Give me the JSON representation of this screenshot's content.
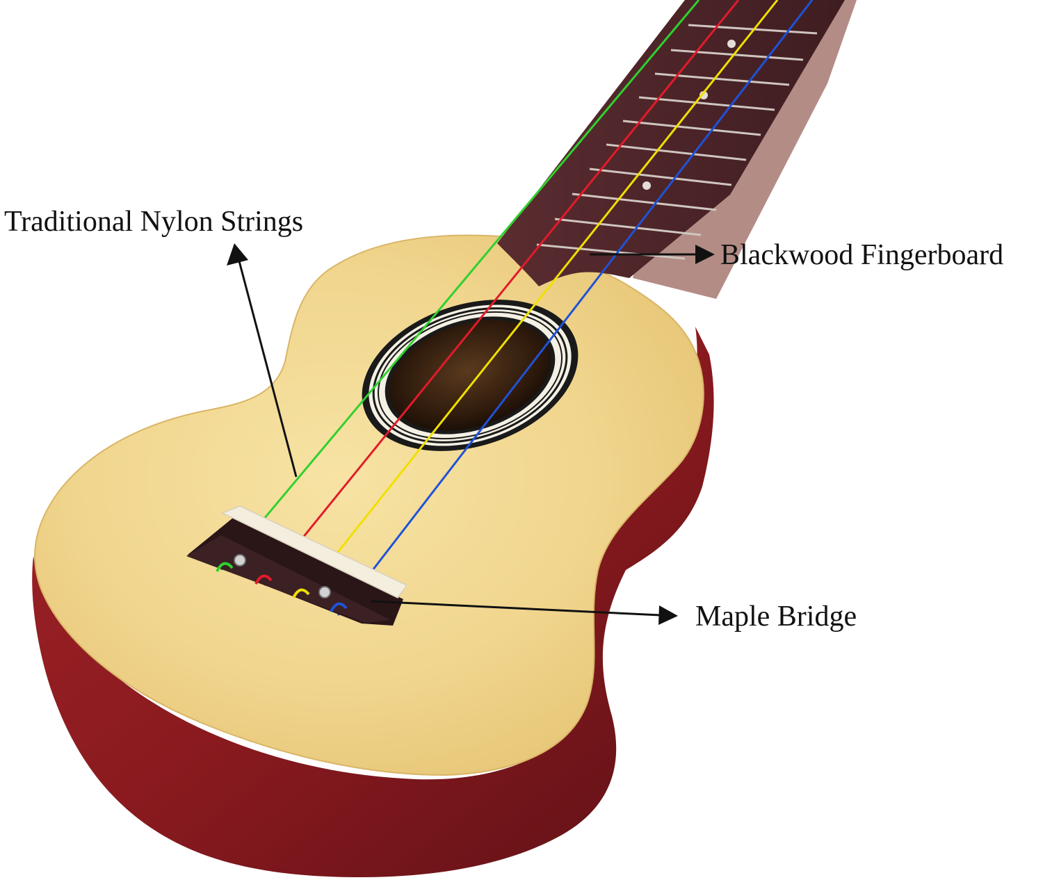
{
  "image": {
    "description_colors": {
      "background": "#ffffff",
      "top_wood": "#f2d993",
      "side_wood": "#8c1a1f",
      "fingerboard": "#4a2428",
      "bridge": "#3b2024",
      "saddle": "#f4eedf",
      "arrow": "#111111"
    },
    "string_colors": [
      "#2fd12f",
      "#e21b2a",
      "#f0e000",
      "#1f52d8"
    ]
  },
  "annotations": {
    "strings": "Traditional Nylon Strings",
    "fingerboard": "Blackwood Fingerboard",
    "bridge": "Maple Bridge"
  }
}
